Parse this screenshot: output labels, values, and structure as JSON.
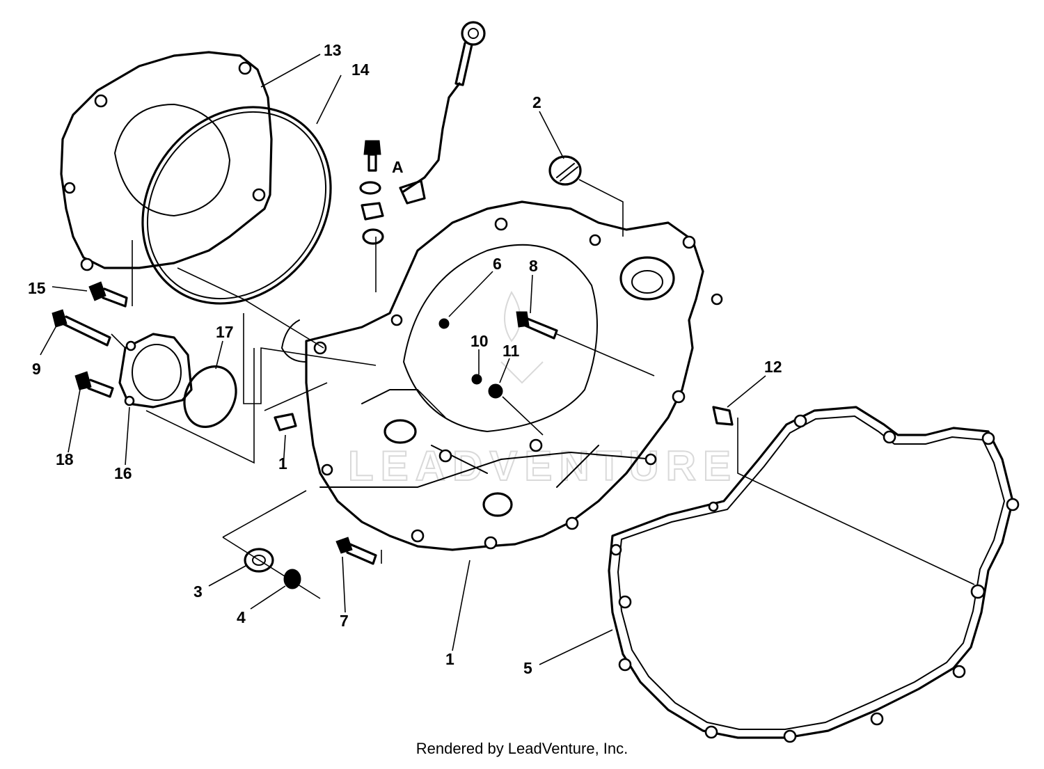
{
  "diagram": {
    "callouts": [
      {
        "id": "13",
        "label": "13"
      },
      {
        "id": "14",
        "label": "14"
      },
      {
        "id": "2",
        "label": "2"
      },
      {
        "id": "A",
        "label": "A"
      },
      {
        "id": "6",
        "label": "6"
      },
      {
        "id": "8",
        "label": "8"
      },
      {
        "id": "15",
        "label": "15"
      },
      {
        "id": "9",
        "label": "9"
      },
      {
        "id": "17",
        "label": "17"
      },
      {
        "id": "10",
        "label": "10"
      },
      {
        "id": "11",
        "label": "11"
      },
      {
        "id": "12",
        "label": "12"
      },
      {
        "id": "18",
        "label": "18"
      },
      {
        "id": "16",
        "label": "16"
      },
      {
        "id": "1b",
        "label": "1"
      },
      {
        "id": "3",
        "label": "3"
      },
      {
        "id": "4",
        "label": "4"
      },
      {
        "id": "7",
        "label": "7"
      },
      {
        "id": "1",
        "label": "1"
      },
      {
        "id": "5",
        "label": "5"
      }
    ],
    "watermark": "LEADVENTURE"
  },
  "footer": {
    "text": "Rendered by LeadVenture, Inc."
  }
}
